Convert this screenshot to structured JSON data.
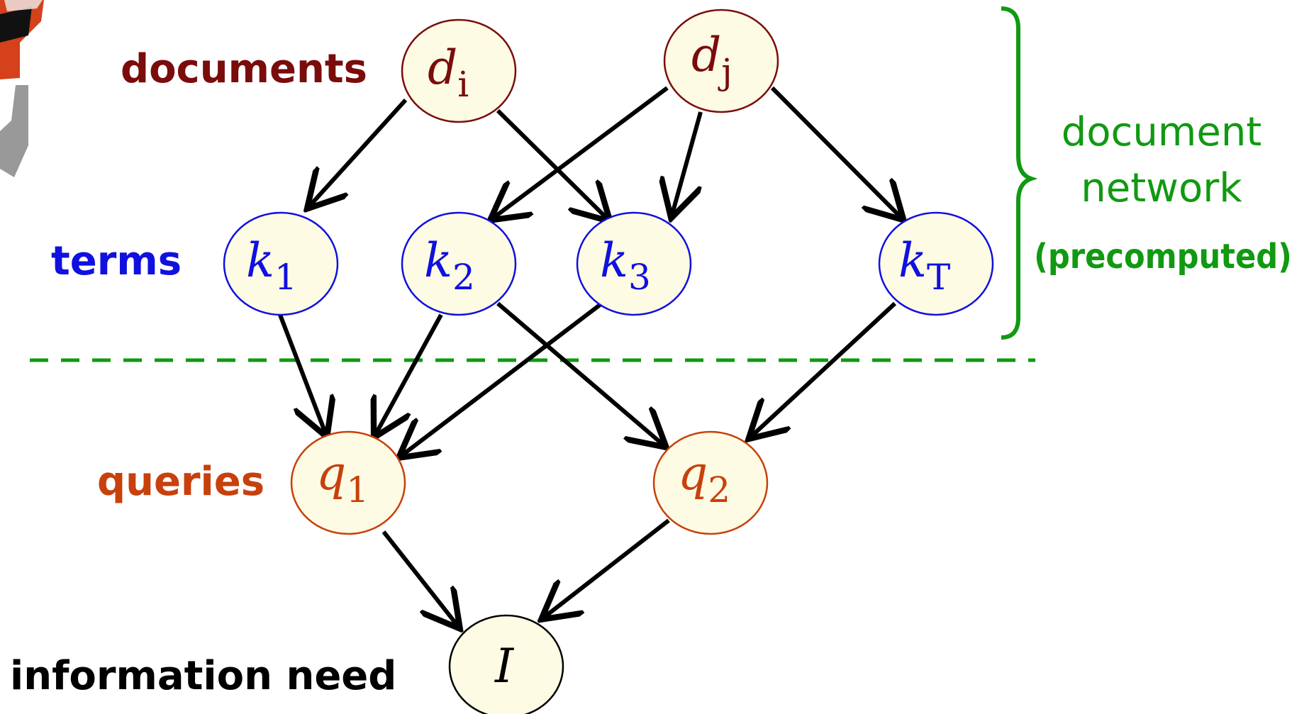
{
  "rows": {
    "documents": {
      "label": "documents",
      "color": "#7a0c0c"
    },
    "terms": {
      "label": "terms",
      "color": "#1010e0"
    },
    "queries": {
      "label": "queries",
      "color": "#c8400c"
    },
    "need": {
      "label": "information need",
      "color": "#000000"
    }
  },
  "nodes": {
    "di": {
      "main": "d",
      "sub": "i"
    },
    "dj": {
      "main": "d",
      "sub": "j"
    },
    "k1": {
      "main": "k",
      "sub": "1"
    },
    "k2": {
      "main": "k",
      "sub": "2"
    },
    "k3": {
      "main": "k",
      "sub": "3"
    },
    "kT": {
      "main": "k",
      "sub": "T"
    },
    "q1": {
      "main": "q",
      "sub": "1"
    },
    "q2": {
      "main": "q",
      "sub": "2"
    },
    "I": {
      "main": "I",
      "sub": ""
    }
  },
  "brace": {
    "line1": "document",
    "line2": "network",
    "line3": "(precomputed)",
    "color": "#119911"
  },
  "colors": {
    "node_fill": "#fdfbe3",
    "divider": "#119911",
    "arrow": "#000000",
    "mascot_orange": "#d4411a",
    "mascot_gray": "#999999"
  },
  "mascot_icon": "robot-mascot-icon"
}
